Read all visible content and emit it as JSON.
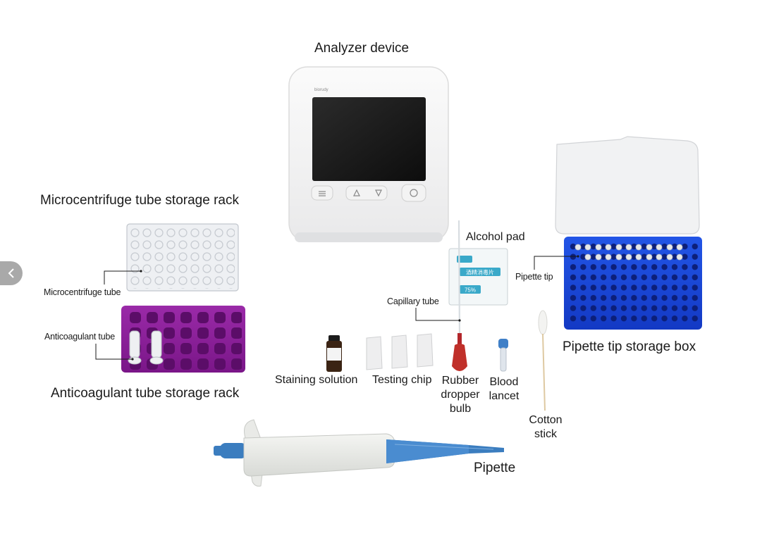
{
  "labels": {
    "analyzer_device": "Analyzer device",
    "microcentrifuge_rack": "Microcentrifuge tube storage rack",
    "microcentrifuge_tube": "Microcentrifuge tube",
    "anticoagulant_tube": "Anticoagulant tube",
    "anticoagulant_rack": "Anticoagulant tube storage rack",
    "alcohol_pad": "Alcohol pad",
    "capillary_tube": "Capillary tube",
    "pipette_tip": "Pipette tip",
    "pipette_tip_box": "Pipette tip storage box",
    "staining_solution": "Staining solution",
    "testing_chip": "Testing chip",
    "rubber_dropper_bulb": "Rubber\ndropper\nbulb",
    "blood_lancet": "Blood\nlancet",
    "cotton_stick": "Cotton\nstick",
    "pipette": "Pipette"
  },
  "device": {
    "brand": "biorudy"
  },
  "alcohol_pad_print": {
    "line1": "酒精消毒片",
    "line2": "75%"
  },
  "colors": {
    "rack_purple": "#8a1f98",
    "tip_box_blue": "#1747d6",
    "dropper_red": "#c0302a",
    "pipette_blue": "#3b7dbf",
    "nav_gray": "#a9a9a9"
  },
  "nav": {
    "icon": "chevron-left-icon"
  }
}
